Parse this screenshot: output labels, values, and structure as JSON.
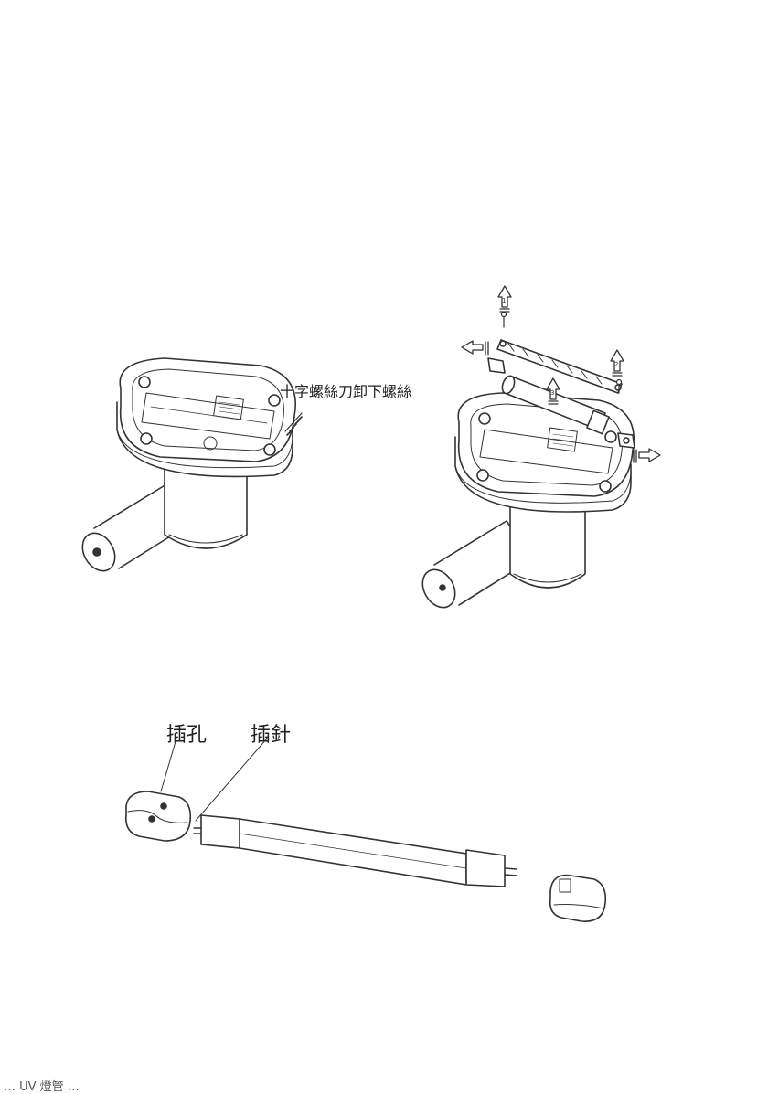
{
  "labels": {
    "screw_step": "十字螺絲刀卸下螺絲",
    "socket": "插孔",
    "pin": "插針"
  },
  "step_arrows": [
    "1",
    "2",
    "3"
  ],
  "footer": "… UV 燈管 …",
  "colors": {
    "line": "#333333",
    "text": "#222222",
    "background": "#ffffff"
  }
}
